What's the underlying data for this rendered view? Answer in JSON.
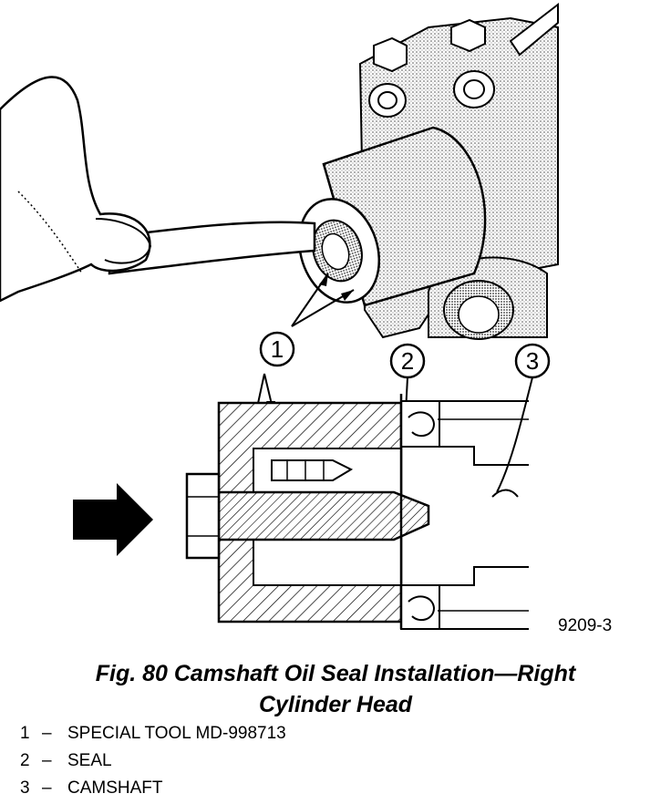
{
  "figure": {
    "callouts": [
      "1",
      "2",
      "3"
    ],
    "figure_id": "9209-3"
  },
  "caption": {
    "line1": "Fig. 80 Camshaft Oil Seal Installation—Right",
    "line2": "Cylinder Head"
  },
  "legend": [
    {
      "number": "1",
      "text": "SPECIAL TOOL MD-998713"
    },
    {
      "number": "2",
      "text": "SEAL"
    },
    {
      "number": "3",
      "text": "CAMSHAFT"
    }
  ],
  "icons": [
    "hand",
    "installer-tool",
    "cylinder-head",
    "arrow-right"
  ]
}
